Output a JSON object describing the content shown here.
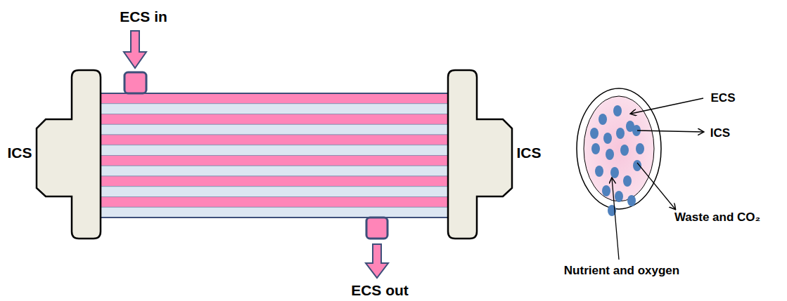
{
  "diagram": {
    "labels": [
      "ECS in",
      "ECS out",
      "ICS",
      "ICS",
      "ECS",
      "ICS",
      "Waste and CO₂",
      "Nutrient and oxygen"
    ]
  }
}
